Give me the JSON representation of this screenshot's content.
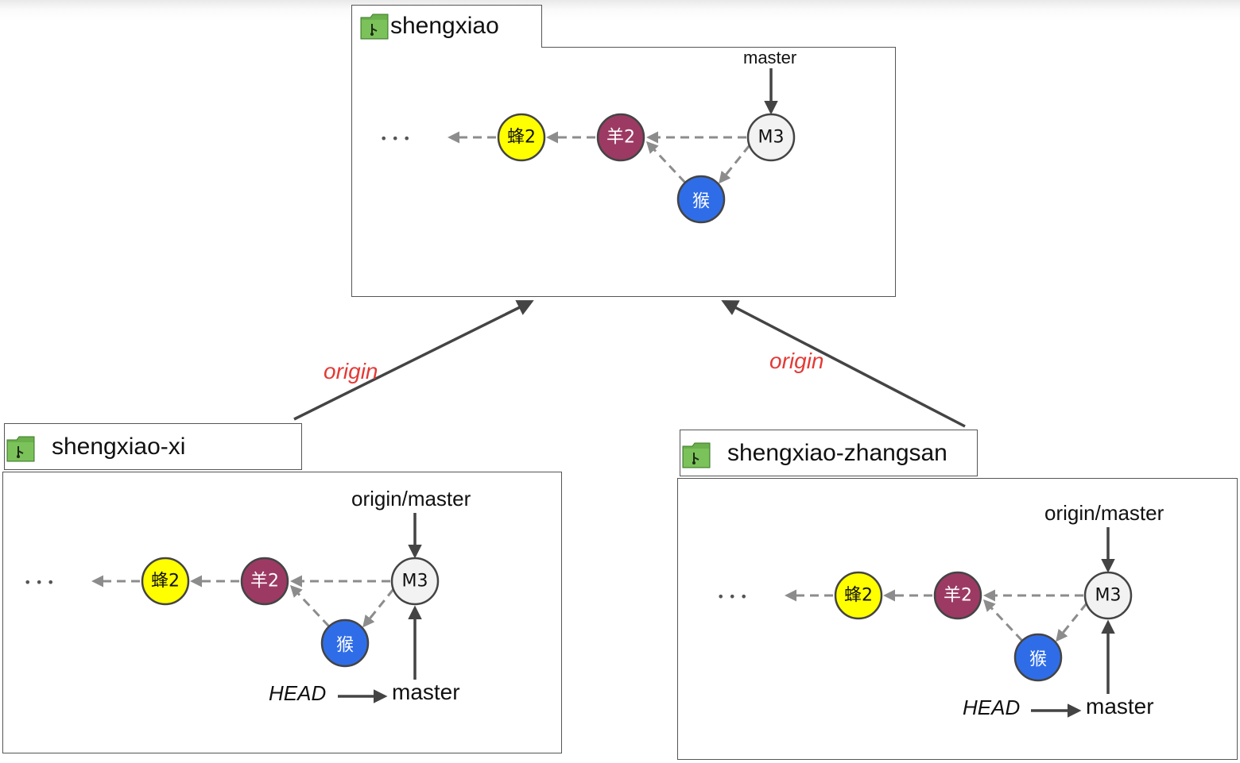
{
  "repos": {
    "central": {
      "name": "shengxiao",
      "refs": {
        "top": "master"
      },
      "commits": [
        "蜂2",
        "羊2",
        "猴",
        "M3"
      ],
      "ellipsis": "• • •"
    },
    "left": {
      "name": "shengxiao-xi",
      "refs": {
        "top": "origin/master",
        "head": "HEAD",
        "branch": "master"
      },
      "commits": [
        "蜂2",
        "羊2",
        "猴",
        "M3"
      ],
      "ellipsis": "• • •"
    },
    "right": {
      "name": "shengxiao-zhangsan",
      "refs": {
        "top": "origin/master",
        "head": "HEAD",
        "branch": "master"
      },
      "commits": [
        "蜂2",
        "羊2",
        "猴",
        "M3"
      ],
      "ellipsis": "• • •"
    }
  },
  "remotes": {
    "left_label": "origin",
    "right_label": "origin"
  },
  "colors": {
    "bee": "#ffff00",
    "sheep": "#9c3a64",
    "monkey": "#2f6de8",
    "merge": "#f2f2f2",
    "edge": "#8c8c8c",
    "origin": "#e53935",
    "folder": "#6ab04c"
  }
}
